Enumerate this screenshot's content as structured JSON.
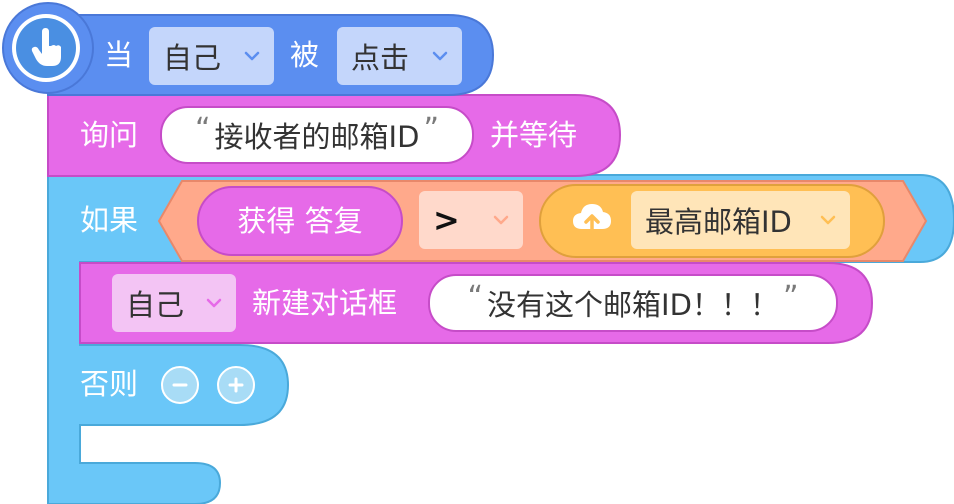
{
  "event_block": {
    "prefix": "当",
    "target": "自己",
    "mid": "被",
    "action": "点击"
  },
  "ask_block": {
    "label": "询问",
    "open_quote": "“",
    "text": "接收者的邮箱ID",
    "close_quote": "”",
    "suffix": "并等待"
  },
  "if_block": {
    "label": "如果",
    "left_op": "获得 答复",
    "operator": ">",
    "right_var": "最高邮箱ID",
    "else_label": "否则"
  },
  "dialog_block": {
    "target": "自己",
    "label": "新建对话框",
    "open_quote": "“",
    "text": "没有这个邮箱ID！！！",
    "close_quote": "”"
  },
  "colors": {
    "event": "#5b8ef0",
    "event_dropdown": "#c4d6fb",
    "looks": "#e66ae8",
    "looks_dropdown": "#f3c4f4",
    "control": "#6ac7f8",
    "operator": "#ffa98b",
    "operator_dropdown": "#ffd9cb",
    "sensing": "#ffbf54",
    "sensing_dropdown": "#ffe5b8"
  },
  "icons": {
    "event": "hand-pointer-icon",
    "cloud": "cloud-upload-icon",
    "minus": "minus-icon",
    "plus": "plus-icon"
  }
}
